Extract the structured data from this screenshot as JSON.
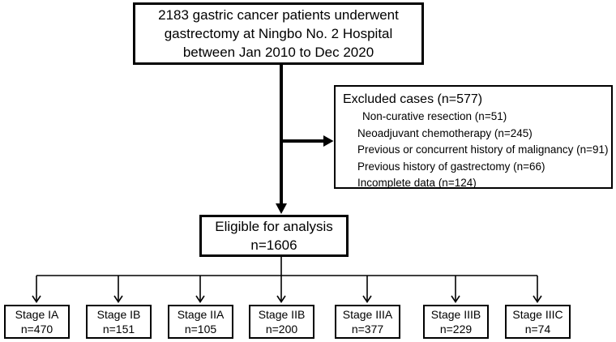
{
  "colors": {
    "background": "#ffffff",
    "line": "#000000",
    "border": "#000000",
    "text": "#000000"
  },
  "top_box": {
    "lines": [
      "2183 gastric cancer patients underwent",
      "gastrectomy at Ningbo No. 2 Hospital",
      "between Jan 2010 to Dec 2020"
    ]
  },
  "excluded_box": {
    "title": "Excluded cases (n=577)",
    "items": [
      "Non-curative resection (n=51)",
      "Neoadjuvant chemotherapy (n=245)",
      "Previous or concurrent history of malignancy (n=91)",
      "Previous history of gastrectomy (n=66)",
      "Incomplete data (n=124)"
    ]
  },
  "eligible_box": {
    "line1": "Eligible for analysis",
    "line2": "n=1606"
  },
  "stage_boxes": [
    {
      "label": "Stage IA",
      "n": "n=470"
    },
    {
      "label": "Stage IB",
      "n": "n=151"
    },
    {
      "label": "Stage IIA",
      "n": "n=105"
    },
    {
      "label": "Stage IIB",
      "n": "n=200"
    },
    {
      "label": "Stage IIIA",
      "n": "n=377"
    },
    {
      "label": "Stage IIIB",
      "n": "n=229"
    },
    {
      "label": "Stage IIIC",
      "n": "n=74"
    }
  ]
}
